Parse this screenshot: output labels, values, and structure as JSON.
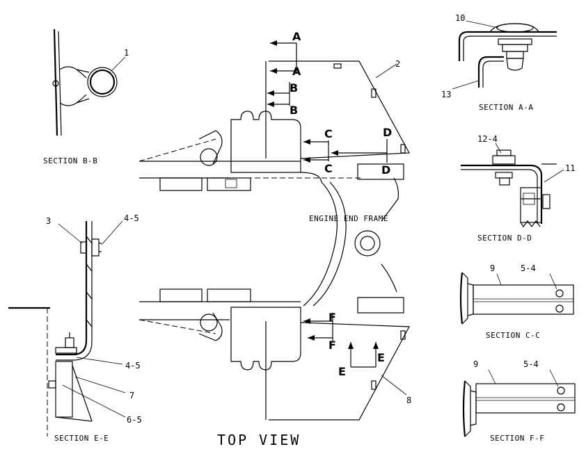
{
  "captions": {
    "top_view": "TOP VIEW",
    "section_b": "SECTION B-B",
    "section_e": "SECTION E-E",
    "section_a": "SECTION A-A",
    "section_d": "SECTION D-D",
    "section_c": "SECTION C-C",
    "section_f": "SECTION F-F",
    "engine_end_frame": "ENGINE END FRAME"
  },
  "callouts": {
    "c1": "1",
    "c2": "2",
    "c3": "3",
    "c45_top": "4-5",
    "c45_mid": "4-5",
    "c7": "7",
    "c65": "6-5",
    "c8": "8",
    "c10": "10",
    "c13": "13",
    "c124": "12-4",
    "c11": "11",
    "c9a": "9",
    "c54a": "5-4",
    "c9b": "9",
    "c54b": "5-4"
  },
  "section_marks": {
    "a1": "A",
    "a2": "A",
    "b1": "B",
    "b2": "B",
    "c1": "C",
    "c2": "C",
    "d1": "D",
    "d2": "D",
    "f1": "F",
    "f2": "F",
    "e1": "E",
    "e2": "E"
  }
}
